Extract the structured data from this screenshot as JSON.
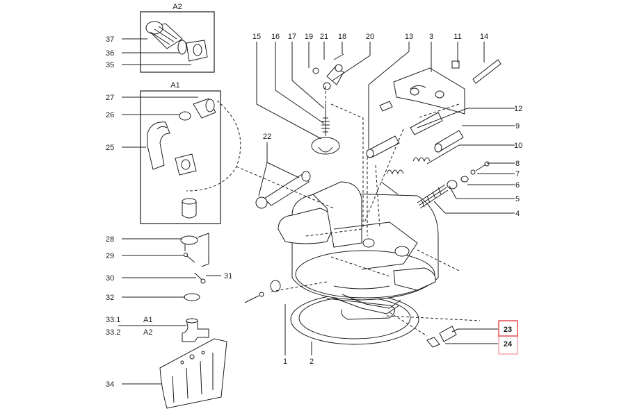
{
  "diagram": {
    "highlight_color": "#e0202a",
    "boxes": {
      "a2": "A2",
      "a1": "A1"
    },
    "labels": {
      "l37": "37",
      "l36": "36",
      "l35": "35",
      "l27": "27",
      "l26": "26",
      "l25": "25",
      "l28": "28",
      "l29": "29",
      "l30": "30",
      "l31": "31",
      "l32": "32",
      "l33_1": "33.1",
      "l33_1_ref": "A1",
      "l33_2": "33.2",
      "l33_2_ref": "A2",
      "l34": "34",
      "l15": "15",
      "l16": "16",
      "l17": "17",
      "l19": "19",
      "l21": "21",
      "l18": "18",
      "l20": "20",
      "l13": "13",
      "l3": "3",
      "l11": "11",
      "l14": "14",
      "l22": "22",
      "l12": "12",
      "l9": "9",
      "l10": "10",
      "l8": "8",
      "l7": "7",
      "l6": "6",
      "l5": "5",
      "l4": "4",
      "l23": "23",
      "l24": "24",
      "l1": "1",
      "l2": "2"
    }
  }
}
